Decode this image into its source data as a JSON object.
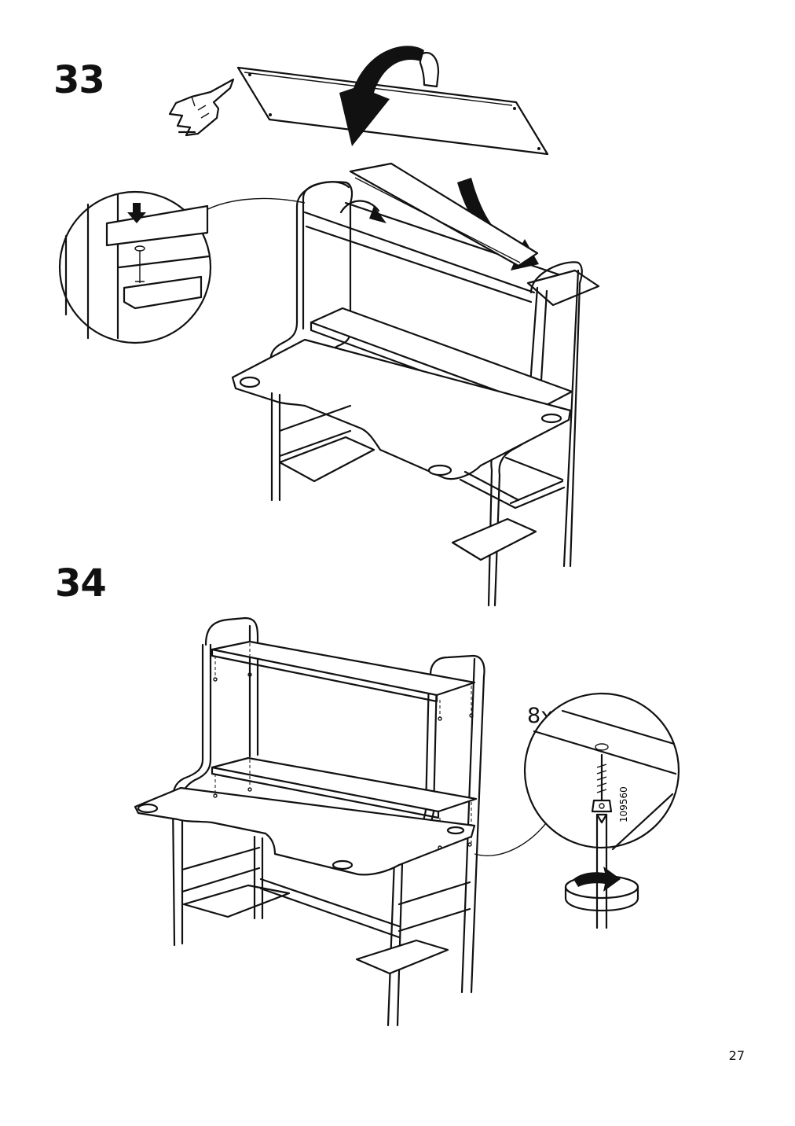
{
  "steps": [
    {
      "number": "33"
    },
    {
      "number": "34",
      "quantity": "8x",
      "part_number": "109560"
    }
  ],
  "page_number": "27",
  "icons": [
    "hand-press-icon",
    "rotate-arrow-icon",
    "down-arrow-icon",
    "screwdriver-turn-icon",
    "screw-icon"
  ]
}
